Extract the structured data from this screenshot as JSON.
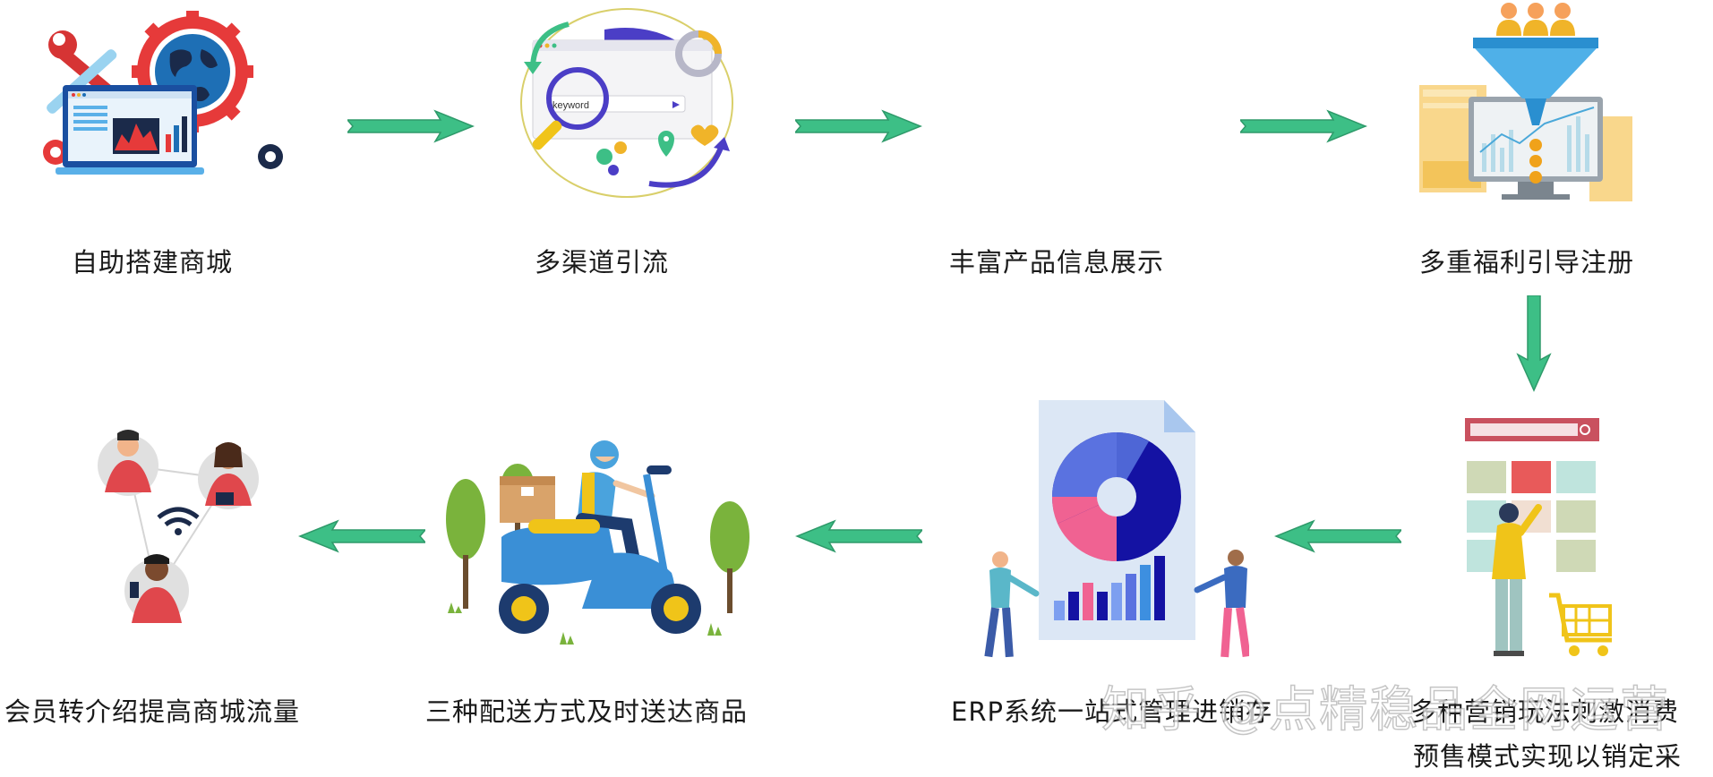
{
  "steps": [
    {
      "label": "自助搭建商城",
      "illustration": "toolbox-globe-laptop"
    },
    {
      "label": "多渠道引流",
      "illustration": "keyword-search-traffic"
    },
    {
      "label": "丰富产品信息展示",
      "illustration": "none"
    },
    {
      "label": "多重福利引导注册",
      "illustration": "funnel-conversion"
    },
    {
      "label_line1": "多种营销玩法刺激消费",
      "label_line2": "预售模式实现以销定采",
      "illustration": "shopping-cart-shopper"
    },
    {
      "label": "ERP系统一站式管理进销存",
      "illustration": "report-pie-chart"
    },
    {
      "label": "三种配送方式及时送达商品",
      "illustration": "delivery-scooter"
    },
    {
      "label": "会员转介绍提高商城流量",
      "illustration": "referral-network"
    }
  ],
  "search_keyword": "keyword",
  "watermark": "知乎 @点精稳品全网运营",
  "colors": {
    "arrow": "#3dbf86",
    "arrow_stroke": "#2e9a6a",
    "text": "#1a1a1a"
  }
}
